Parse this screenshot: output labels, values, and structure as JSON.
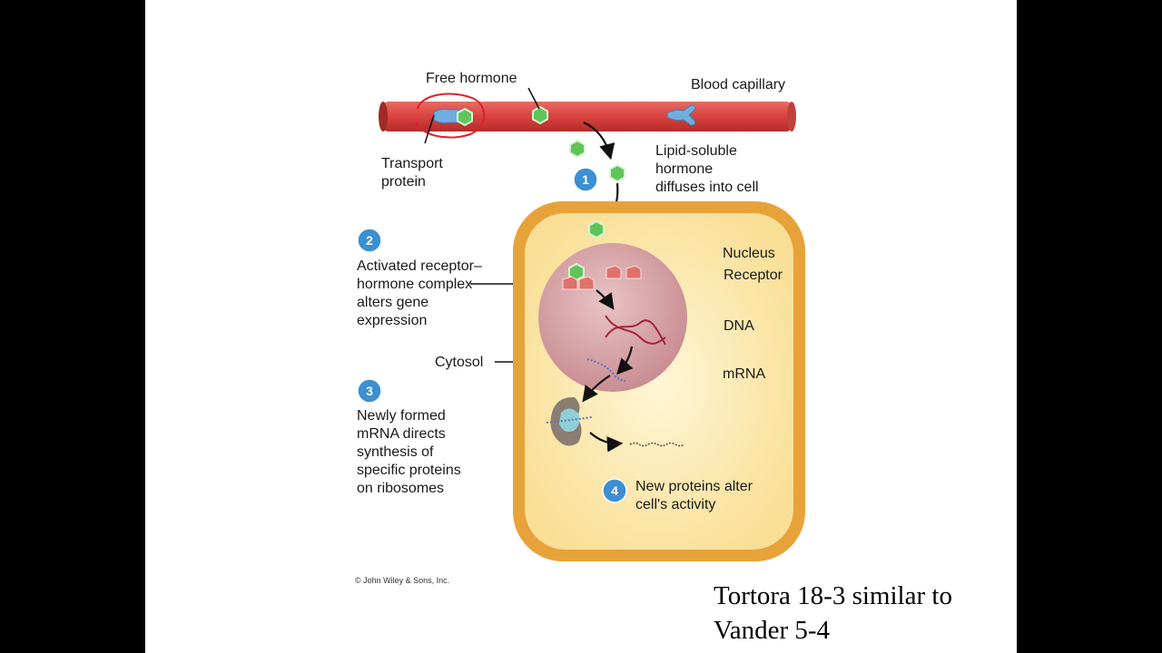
{
  "labels": {
    "free_hormone": "Free hormone",
    "blood_capillary": "Blood capillary",
    "transport_protein": [
      "Transport",
      "protein"
    ],
    "lipid_soluble": [
      "Lipid-soluble",
      "hormone",
      "diffuses into cell"
    ],
    "nucleus": "Nucleus",
    "receptor": "Receptor",
    "dna": "DNA",
    "mrna": "mRNA",
    "cytosol": "Cytosol",
    "activated_complex": [
      "Activated receptor–",
      "hormone complex",
      "alters gene",
      "expression"
    ],
    "newly_formed": [
      "Newly formed",
      "mRNA directs",
      "synthesis of",
      "specific proteins",
      "on ribosomes"
    ],
    "new_proteins": [
      "New proteins alter",
      "cell's activity"
    ]
  },
  "steps": [
    "1",
    "2",
    "3",
    "4"
  ],
  "copyright": "© John Wiley & Sons, Inc.",
  "reference": [
    "Tortora 18-3 similar to",
    "Vander 5-4"
  ],
  "colors": {
    "capillary": "#d9423e",
    "cell_border": "#e8a23a",
    "cytosol": "#fbe6a6",
    "nucleus": "#d9a3a7",
    "hormone": "#5fc45a",
    "transport_protein": "#6faee0",
    "receptor": "#e0716a",
    "step_circle": "#3c8fd0",
    "annotation": "#e0202a"
  }
}
